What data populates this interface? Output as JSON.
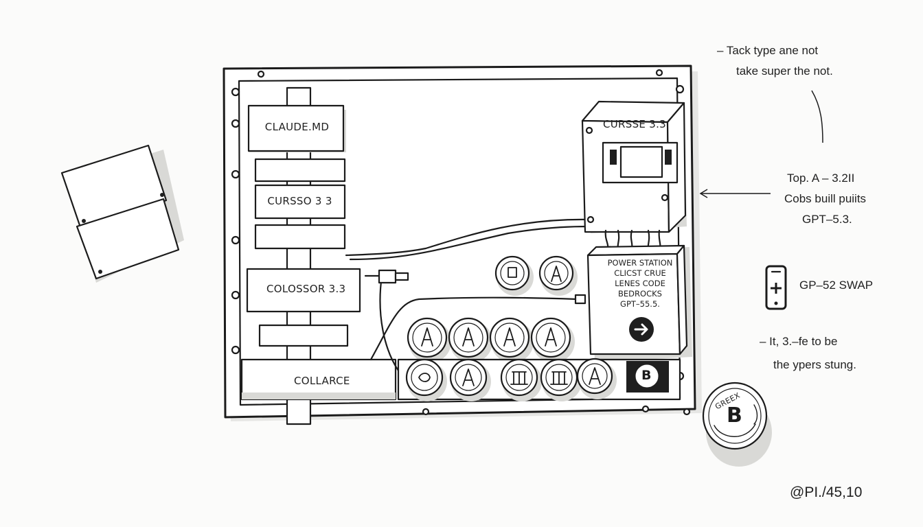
{
  "rack": {
    "labels": [
      "CLAUDE.MD",
      "CURSSO 3 3",
      "COLOSSOR 3.3",
      "COLLARCE"
    ]
  },
  "module": {
    "title": "CURSSE 3.3"
  },
  "power_station": {
    "lines": [
      "POWER STATION",
      "CLICST CRUE",
      "LENES CODE",
      "BEDROCKS",
      "GPT–55.5."
    ]
  },
  "switch_button": {
    "label": "B"
  },
  "coin": {
    "text": "GREEX",
    "letter": "B"
  },
  "notes": {
    "top_1": "– Tack type ane not",
    "top_2": "take super the not.",
    "mid_1": "Top. A – 3.2II",
    "mid_2": "Cobs buill puiits",
    "mid_3": "GPT–5.3.",
    "swap": "GP–52 SWAP",
    "low_1": "– It, 3.–fe to be",
    "low_2": "the ypers stung.",
    "signature": "@PI./45,10"
  },
  "icons": {
    "phone": "phone-plus-icon",
    "arrow": "arrow-right-icon",
    "knob_symbol": "letter-a-icon"
  }
}
